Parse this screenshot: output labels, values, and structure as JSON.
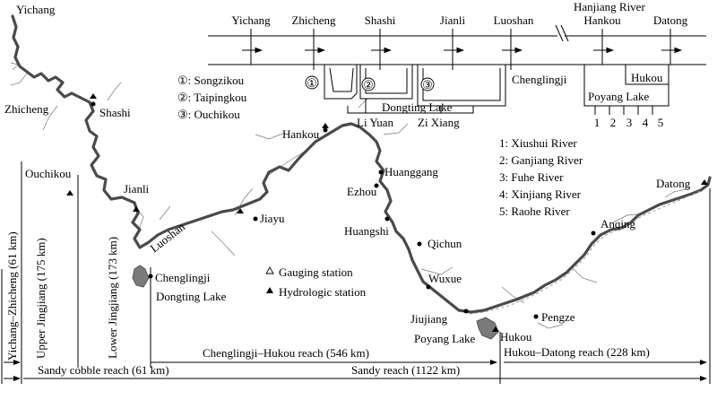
{
  "map": {
    "places": {
      "yichang": "Yichang",
      "zhicheng": "Zhicheng",
      "shashi": "Shashi",
      "ouchikou": "Ouchikou",
      "jianli": "Jianli",
      "luoshan": "Luoshan",
      "chenglingji": "Chenglingji",
      "dongting_lake": "Dongting Lake",
      "jiayu": "Jiayu",
      "hankou": "Hankou",
      "huanggang": "Huanggang",
      "ezhou": "Ezhou",
      "huangshi": "Huangshi",
      "qichun": "Qichun",
      "wuxue": "Wuxue",
      "jiujiang": "Jiujiang",
      "poyang_lake": "Poyang Lake",
      "hukou": "Hukou",
      "pengze": "Pengze",
      "anqing": "Anqing",
      "datong": "Datong"
    },
    "legend": {
      "gauging_station": "Gauging station",
      "hydrologic_station": "Hydrologic station"
    },
    "reaches": {
      "yichang_zhicheng": "Yichang–Zhicheng (61 km)",
      "upper_jingjiang": "Upper Jingjiang (175 km)",
      "lower_jingjiang": "Lower Jingjiang (173 km)",
      "chenglingji_hukou": "Chenglingji–Hukou reach (546 km)",
      "hukou_datong": "Hukou–Datong reach (228 km)",
      "sandy_cobble": "Sandy cobble reach (61 km)",
      "sandy": "Sandy reach (1122 km)"
    }
  },
  "schematic": {
    "top_stations": [
      "Yichang",
      "Zhicheng",
      "Shashi",
      "Jianli",
      "Luoshan",
      "Hankou",
      "Datong"
    ],
    "hanjiang_river": "Hanjiang River",
    "outlets": {
      "items": [
        "①: Songzikou",
        "②: Taipingkou",
        "③: Ouchikou"
      ],
      "circled": [
        "①",
        "②",
        "③"
      ]
    },
    "dongting_lake": "Dongting Lake",
    "li_yuan": "Li Yuan",
    "zi_xiang": "Zi Xiang",
    "chenglingji": "Chenglingji",
    "hukou": "Hukou",
    "poyang_lake": "Poyang Lake",
    "poyang_numbers": [
      "1",
      "2",
      "3",
      "4",
      "5"
    ],
    "tributaries": [
      "1: Xiushui River",
      "2: Ganjiang River",
      "3: Fuhe River",
      "4: Xinjiang River",
      "5: Raohe River"
    ]
  }
}
